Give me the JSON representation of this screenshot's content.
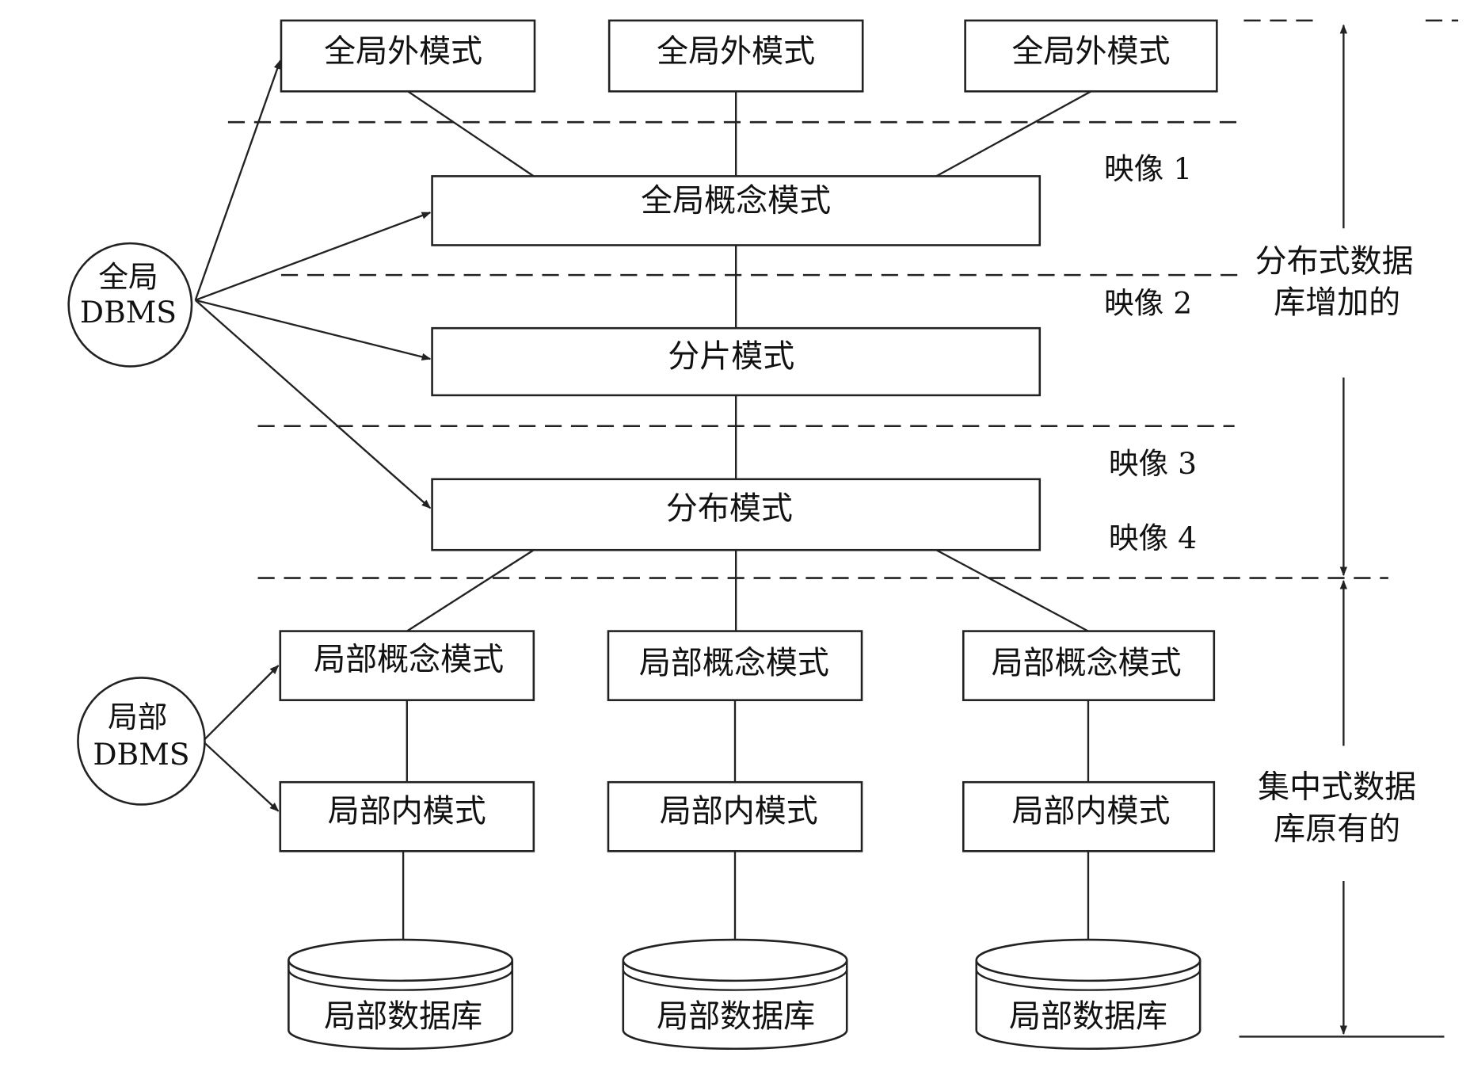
{
  "global_external_schemas": [
    "全局外模式",
    "全局外模式",
    "全局外模式"
  ],
  "global_conceptual_schema": "全局概念模式",
  "fragmentation_schema": "分片模式",
  "allocation_schema": "分布模式",
  "local_conceptual_schemas": [
    "局部概念模式",
    "局部概念模式",
    "局部概念模式"
  ],
  "local_internal_schemas": [
    "局部内模式",
    "局部内模式",
    "局部内模式"
  ],
  "local_databases": [
    "局部数据库",
    "局部数据库",
    "局部数据库"
  ],
  "global_dbms": {
    "line1": "全局",
    "line2": "DBMS"
  },
  "local_dbms": {
    "line1": "局部",
    "line2": "DBMS"
  },
  "mappings": [
    "映像 1",
    "映像 2",
    "映像 3",
    "映像 4"
  ],
  "distributed_added": {
    "line1": "分布式数据",
    "line2": "库增加的"
  },
  "centralized_original": {
    "line1": "集中式数据",
    "line2": "库原有的"
  }
}
